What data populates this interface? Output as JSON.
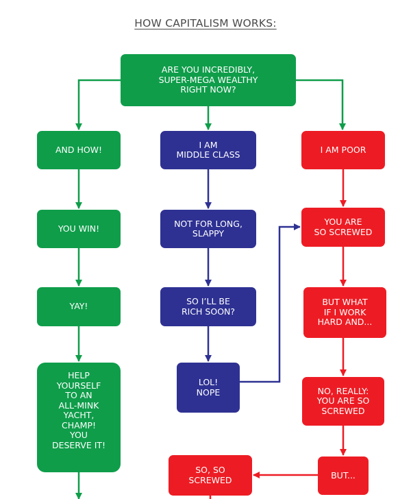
{
  "title": "HOW CAPITALISM WORKS:",
  "colors": {
    "green": "#0f9d4a",
    "blue": "#2e3192",
    "red": "#ed1c24"
  },
  "nodes": {
    "start": "ARE YOU INCREDIBLY,\nSUPER-MEGA WEALTHY\nRIGHT NOW?",
    "and_how": "AND HOW!",
    "you_win": "YOU WIN!",
    "yay": "YAY!",
    "help_yourself": "HELP\nYOURSELF\nTO AN\nALL-MINK\nYACHT,\nCHAMP!\nYOU\nDESERVE IT!",
    "middle_class": "I AM\nMIDDLE CLASS",
    "not_for_long": "NOT FOR LONG,\nSLAPPY",
    "rich_soon": "SO I’LL BE\nRICH SOON?",
    "lol_nope": "LOL!\nNOPE",
    "poor": "I AM POOR",
    "so_screwed": "YOU ARE\nSO SCREWED",
    "work_hard": "BUT WHAT\nIF I WORK\nHARD AND...",
    "no_really": "NO, REALLY:\nYOU ARE SO\nSCREWED",
    "but": "BUT...",
    "so_so_screwed": "SO, SO\nSCREWED"
  }
}
